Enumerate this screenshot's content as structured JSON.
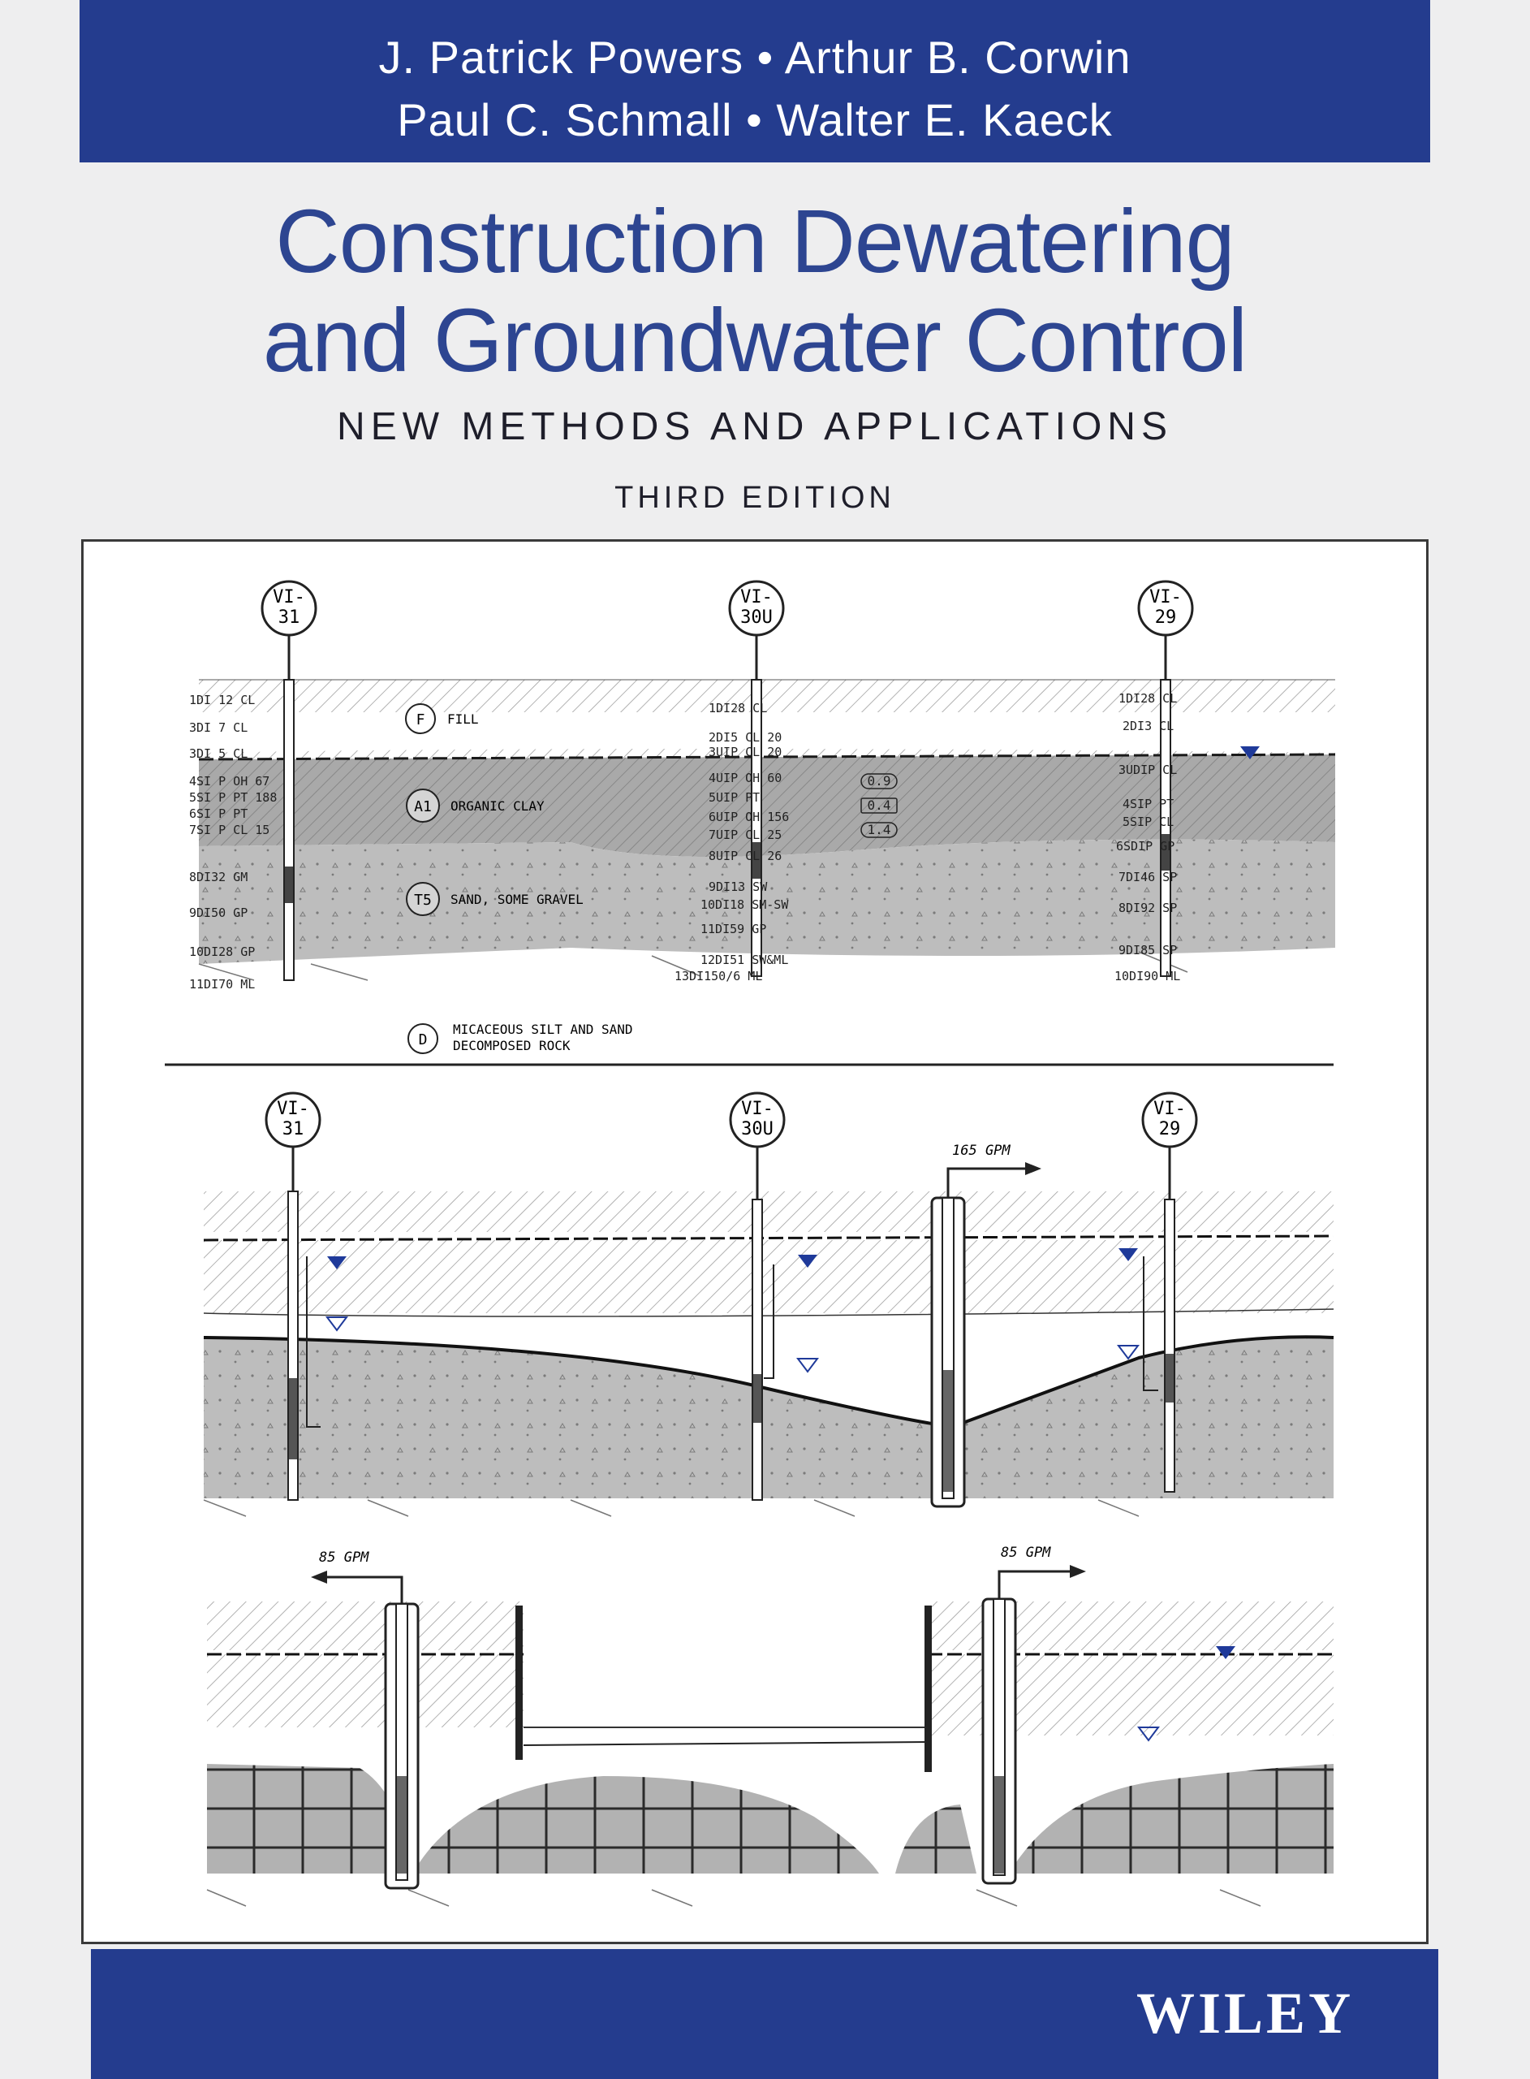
{
  "cover": {
    "authors_line1": "J. Patrick Powers • Arthur B. Corwin",
    "authors_line2": "Paul C. Schmall • Walter E. Kaeck",
    "title_line1": "Construction Dewatering",
    "title_line2": "and Groundwater Control",
    "subtitle": "NEW METHODS AND APPLICATIONS",
    "edition": "THIRD EDITION",
    "publisher": "WILEY",
    "colors": {
      "band": "#243c8e",
      "title": "#2d4591",
      "soil_dark": "#a8a8a8",
      "soil_mid": "#c4c4c4",
      "water_marker": "#1f3a9a"
    }
  },
  "figure": {
    "wells": [
      {
        "id_top": "VI-",
        "id_bottom": "31"
      },
      {
        "id_top": "VI-",
        "id_bottom": "30U"
      },
      {
        "id_top": "VI-",
        "id_bottom": "29"
      }
    ],
    "layers": [
      {
        "code": "F",
        "label": "FILL"
      },
      {
        "code": "A1",
        "label": "ORGANIC  CLAY"
      },
      {
        "code": "T5",
        "label": "SAND, SOME GRAVEL"
      }
    ],
    "legend_code": "D",
    "legend_line1": "MICACEOUS SILT AND SAND",
    "legend_line2": "DECOMPOSED ROCK",
    "log_left": [
      "1DI 12  CL",
      "3DI 7   CL",
      "3DI 5   CL",
      "4SI P  OH 67",
      "5SI P  PT 188",
      "6SI P  PT",
      "7SI P  CL 15",
      "8DI32  GM",
      "9DI50  GP",
      "10DI28  GP",
      "11DI70  ML"
    ],
    "log_center": [
      "1DI28  CL",
      "2DI5   CL 20",
      "3UIP   CL 20",
      "4UIP   OH 60",
      "5UIP   PT",
      "6UIP   OH 156",
      "7UIP   CL 25",
      "8UIP   CL 26",
      "9DI13  SW",
      "10DI18  SM-SW",
      "11DI59  GP",
      "12DI51  SW&ML",
      "13DI150/6  ML"
    ],
    "log_right": [
      "1DI28  CL",
      "2DI3   CL",
      "3UDIP  CL",
      "4SIP  PT",
      "5SIP  CL",
      "6SDIP  GP",
      "7DI46  SP",
      "8DI92  SP",
      "9DI85  SP",
      "10DI90  ML"
    ],
    "bracket_values": [
      "0.9",
      "0.4",
      "1.4"
    ],
    "flow_center": "165 GPM",
    "flow_left": "85 GPM",
    "flow_right": "85 GPM"
  }
}
